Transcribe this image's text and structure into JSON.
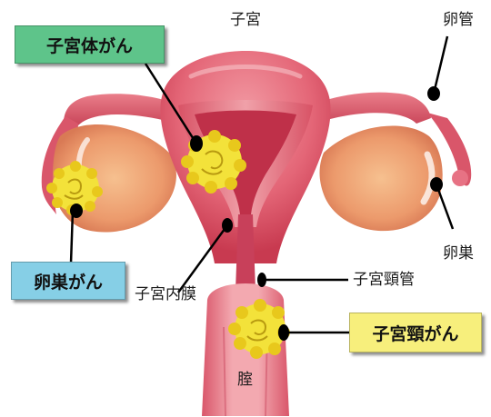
{
  "labels": {
    "uterus": "子宮",
    "fallopian_tube": "卵管",
    "ovary": "卵巣",
    "endometrium": "子宮内膜",
    "cervical_canal": "子宮頸管",
    "vagina": "腟"
  },
  "callouts": {
    "uterine_cancer": "子宮体がん",
    "ovarian_cancer": "卵巣がん",
    "cervical_cancer": "子宮頸がん"
  },
  "colors": {
    "uterine_cancer_box": "#5ec48a",
    "ovarian_cancer_box": "#86cfe6",
    "cervical_cancer_box": "#f7ef7c",
    "tumor": "#f3e23a",
    "tissue": "#e0596b",
    "ovary_tissue": "#ec9a6c"
  }
}
